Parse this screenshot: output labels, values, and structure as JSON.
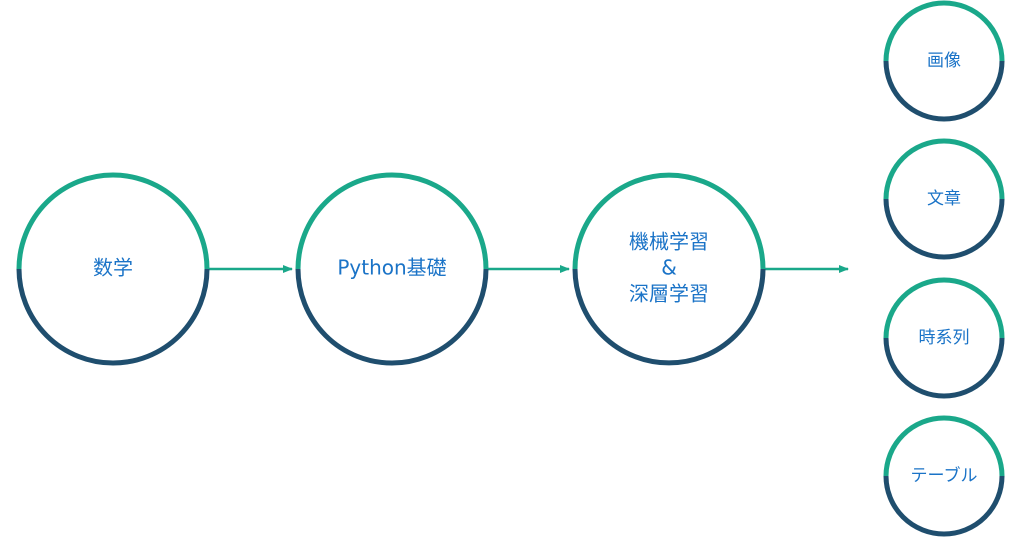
{
  "colors": {
    "ring_top": "#1aa88a",
    "ring_bottom": "#1f4e6e",
    "arrow": "#1aa88a",
    "label": "#1a73c7"
  },
  "nodes": {
    "math": {
      "label": "数学"
    },
    "python": {
      "label": "Python基礎"
    },
    "ml_dl": {
      "label_lines": [
        "機械学習",
        "&",
        "深層学習"
      ]
    },
    "image": {
      "label": "画像"
    },
    "text": {
      "label": "文章"
    },
    "timeseries": {
      "label": "時系列"
    },
    "table": {
      "label": "テーブル"
    }
  }
}
